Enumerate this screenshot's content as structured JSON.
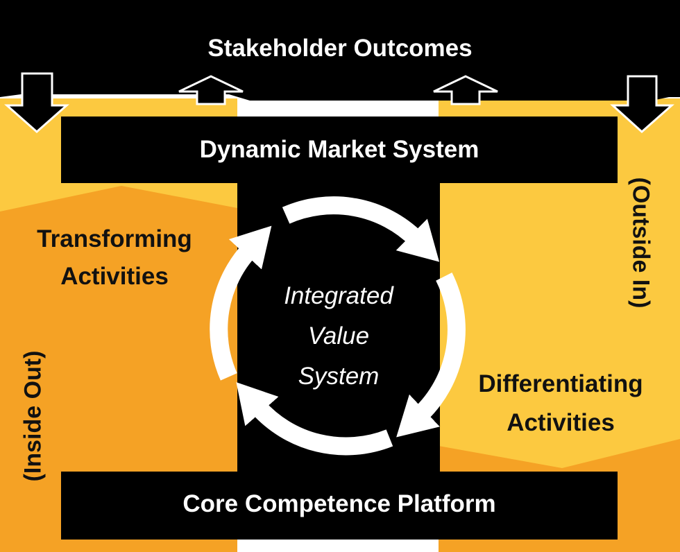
{
  "colors": {
    "black": "#000000",
    "white": "#ffffff",
    "orange": "#f5a225",
    "light_yellow": "#fcc940",
    "mid_yellow": "#fbbd35",
    "text_dark": "#111111"
  },
  "diagram": {
    "top_banner": "Stakeholder Outcomes",
    "market_bar": "Dynamic Market System",
    "platform_bar": "Core Competence Platform",
    "center": {
      "lines": [
        "Integrated",
        "Value",
        "System"
      ]
    },
    "left_activities": {
      "lines": [
        "Transforming",
        "Activities"
      ]
    },
    "right_activities": {
      "lines": [
        "Differentiating",
        "Activities"
      ]
    },
    "left_side_label": "(Inside Out)",
    "right_side_label": "(Outside In)"
  }
}
